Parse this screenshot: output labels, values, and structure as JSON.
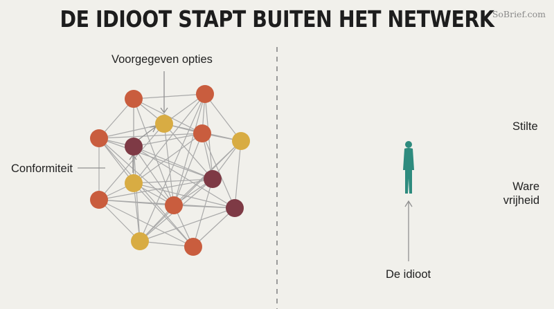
{
  "title": "DE IDIOOT STAPT BUITEN HET NETWERK",
  "watermark": "SoBrief.com",
  "labels": {
    "options": "Voorgegeven opties",
    "conformity": "Conformiteit",
    "silence": "Stilte",
    "freedom_line1": "Ware",
    "freedom_line2": "vrijheid",
    "idiot": "De idioot"
  },
  "colors": {
    "background": "#f1f0eb",
    "orange": "#c95d3e",
    "yellow": "#d8ac43",
    "maroon": "#7e3a45",
    "figure": "#2e8b7e",
    "edges": "#a9a9a9"
  },
  "network": {
    "nodes": [
      {
        "id": "n1",
        "color": "orange"
      },
      {
        "id": "n2",
        "color": "orange"
      },
      {
        "id": "n3",
        "color": "yellow"
      },
      {
        "id": "n4",
        "color": "orange"
      },
      {
        "id": "n5",
        "color": "maroon"
      },
      {
        "id": "n6",
        "color": "orange"
      },
      {
        "id": "n7",
        "color": "yellow"
      },
      {
        "id": "n8",
        "color": "yellow"
      },
      {
        "id": "n9",
        "color": "maroon"
      },
      {
        "id": "n10",
        "color": "orange"
      },
      {
        "id": "n11",
        "color": "orange"
      },
      {
        "id": "n12",
        "color": "maroon"
      },
      {
        "id": "n13",
        "color": "yellow"
      },
      {
        "id": "n14",
        "color": "orange"
      }
    ]
  }
}
